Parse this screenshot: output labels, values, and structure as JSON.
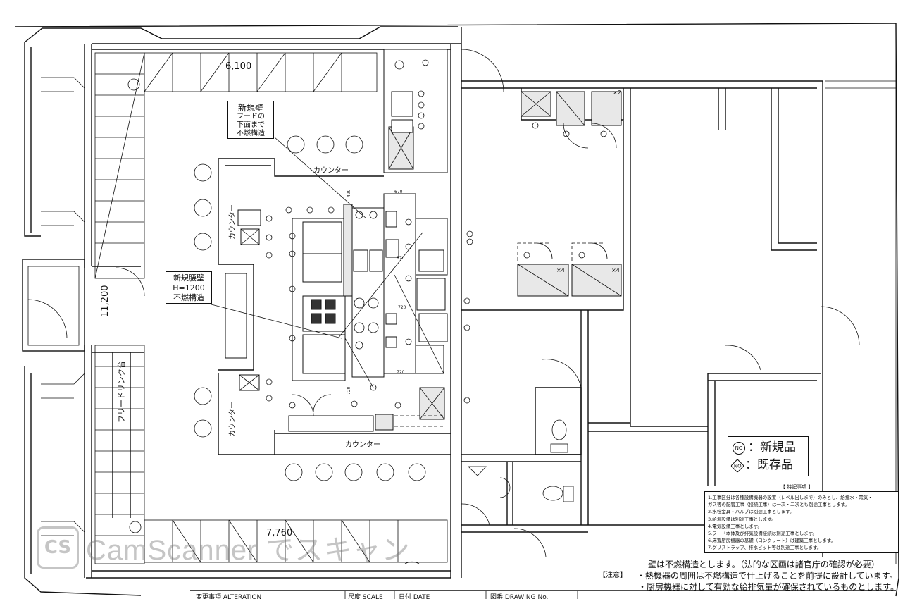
{
  "dimensions": {
    "top_width": "6,100",
    "bottom_width": "7,760",
    "height": "11,200",
    "d_490": "490",
    "d_670": "670",
    "d_870": "870",
    "d_720a": "720",
    "d_720b": "720",
    "d_720c": "720"
  },
  "labels": {
    "counter_top": "カウンター",
    "counter_bottom": "カウンター",
    "counter_left_upper": "カウンター",
    "counter_left_lower": "カウンター",
    "free_drink": "フリードリンク台"
  },
  "callouts": {
    "new_wall_title": "新規壁",
    "new_wall_line1": "フードの",
    "new_wall_line2": "下面まで",
    "new_wall_line3": "不燃構造",
    "waist_wall_title": "新規腰壁",
    "waist_wall_line1": "H=1200",
    "waist_wall_line2": "不燃構造"
  },
  "legend": {
    "new_symbol": "NO",
    "new_label": "：新規品",
    "existing_symbol": "NO",
    "existing_label": "：既存品"
  },
  "special_notes": {
    "title": "【 特記事項 】",
    "items": [
      "1.工事区分は各種設備機器の設置（レベル出しまで）のみとし、給排水・電気・",
      "ガス等の配管工事（接続工事）は一次・二次とも別途工事とします。",
      "2.水栓金具・バルブは別途工事とします。",
      "3.給湯設備は別途工事とします。",
      "4.電気設備工事とします。",
      "5.フード本体及び排気設備接続は別途工事とします。",
      "6.床置厨房機器の基礎（コンクリート）は建築工事とします。",
      "7.グリストラップ、排水ピット等は別途工事とします。"
    ]
  },
  "notes": {
    "line1": "壁は不燃構造とします。（法的な区画は諸官庁の確認が必要）",
    "label": "【注意】",
    "line2": "・熱機器の周囲は不燃構造で仕上げることを前提に設計しています。",
    "line3": "・厨房機器に対して有効な給排気量が確保されているものとします。"
  },
  "title_block": {
    "alteration": "変更事項  ALTERATION",
    "scale": "尺度  SCALE",
    "date": "日付  DATE",
    "drawing_no": "図番  DRAWING No."
  },
  "equipment_marks": {
    "n2a": "×2",
    "n4a": "×4",
    "n4b": "×4"
  },
  "watermark": {
    "logo": "CS",
    "text": "CamScanner でスキャン"
  }
}
